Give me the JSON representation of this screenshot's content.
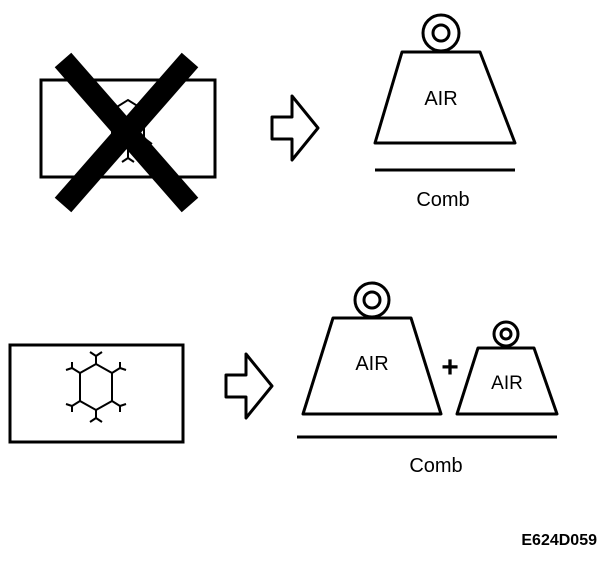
{
  "colors": {
    "ink": "#000000",
    "background": "#ffffff"
  },
  "icons": [
    "crossed-out-panel-icon",
    "snowflake-icon",
    "arrow-right-icon",
    "weight-icon"
  ],
  "top_row": {
    "weight_label": "AIR",
    "base_label": "Comb"
  },
  "bottom_row": {
    "weight_large_label": "AIR",
    "plus_sign": "+",
    "weight_small_label": "AIR",
    "base_label": "Comb"
  },
  "figure_code": "E624D059"
}
